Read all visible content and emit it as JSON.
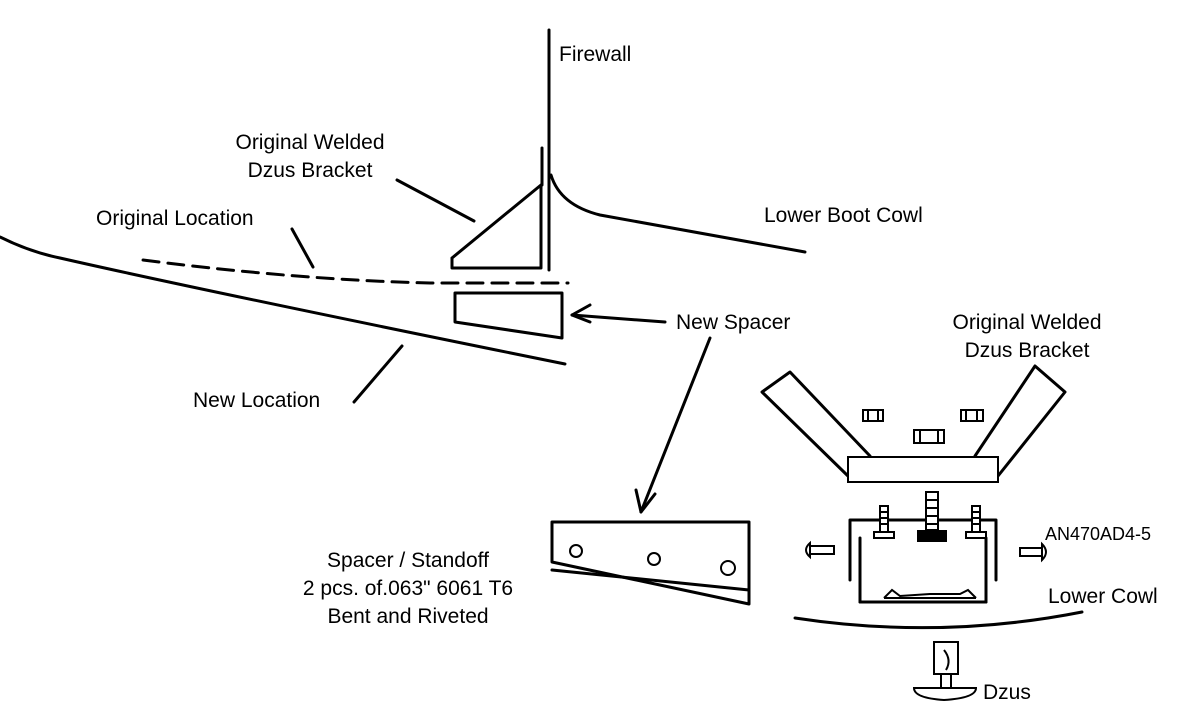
{
  "labels": {
    "firewall": "Firewall",
    "bracket_top_line1": "Original Welded",
    "bracket_top_line2": "Dzus Bracket",
    "original_location": "Original Location",
    "lower_boot_cowl": "Lower Boot Cowl",
    "new_spacer": "New Spacer",
    "new_location": "New Location",
    "bracket_detail_line1": "Original Welded",
    "bracket_detail_line2": "Dzus Bracket",
    "spacer_line1": "Spacer / Standoff",
    "spacer_line2": "2 pcs. of.063\" 6061 T6",
    "spacer_line3": "Bent and Riveted",
    "rivet_part": "AN470AD4-5",
    "lower_cowl": "Lower Cowl",
    "dzus": "Dzus"
  }
}
